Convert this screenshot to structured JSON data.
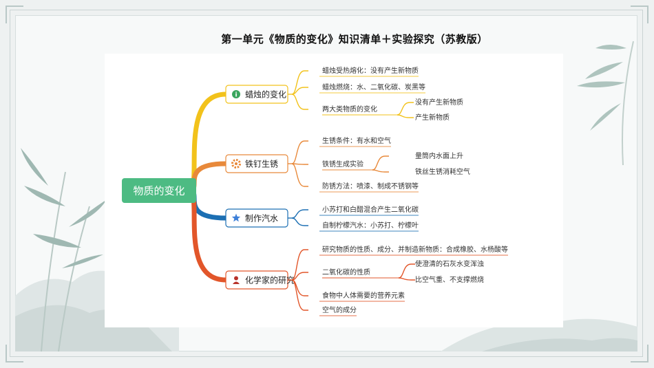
{
  "title": "第一单元《物质的变化》知识清单＋实验探究（苏教版）",
  "root": {
    "label": "物质的变化",
    "color": "#4dbb83"
  },
  "branches": [
    {
      "label": "蜡烛的变化",
      "icon": "info-icon",
      "color": "#f2c21b",
      "children": [
        {
          "label": "蜡烛受热熔化：没有产生新物质",
          "children": []
        },
        {
          "label": "蜡烛燃烧：水、二氧化碳、炭黑等",
          "children": []
        },
        {
          "label": "两大类物质的变化",
          "children": [
            {
              "label": "没有产生新物质"
            },
            {
              "label": "产生新物质"
            }
          ]
        }
      ]
    },
    {
      "label": "铁钉生锈",
      "icon": "gear-icon",
      "color": "#e8893a",
      "children": [
        {
          "label": "生锈条件：有水和空气",
          "children": []
        },
        {
          "label": "铁锈生成实验",
          "children": [
            {
              "label": "量筒内水面上升"
            },
            {
              "label": "铁丝生锈消耗空气"
            }
          ]
        },
        {
          "label": "防锈方法：喷漆、制成不锈钢等",
          "children": []
        }
      ]
    },
    {
      "label": "制作汽水",
      "icon": "star-icon",
      "color": "#1c6fb3",
      "children": [
        {
          "label": "小苏打和白醋混合产生二氧化碳",
          "children": []
        },
        {
          "label": "自制柠檬汽水：小苏打、柠檬叶",
          "children": []
        }
      ]
    },
    {
      "label": "化学家的研究",
      "icon": "person-icon",
      "color": "#e2562a",
      "children": [
        {
          "label": "研究物质的性质、成分、并制造新物质：合成橡胶、水杨酸等",
          "children": []
        },
        {
          "label": "二氧化碳的性质",
          "children": [
            {
              "label": "使澄清的石灰水变浑浊"
            },
            {
              "label": "比空气重、不支撑燃烧"
            }
          ]
        },
        {
          "label": "食物中人体需要的营养元素",
          "children": []
        },
        {
          "label": "空气的成分",
          "children": []
        }
      ]
    }
  ]
}
